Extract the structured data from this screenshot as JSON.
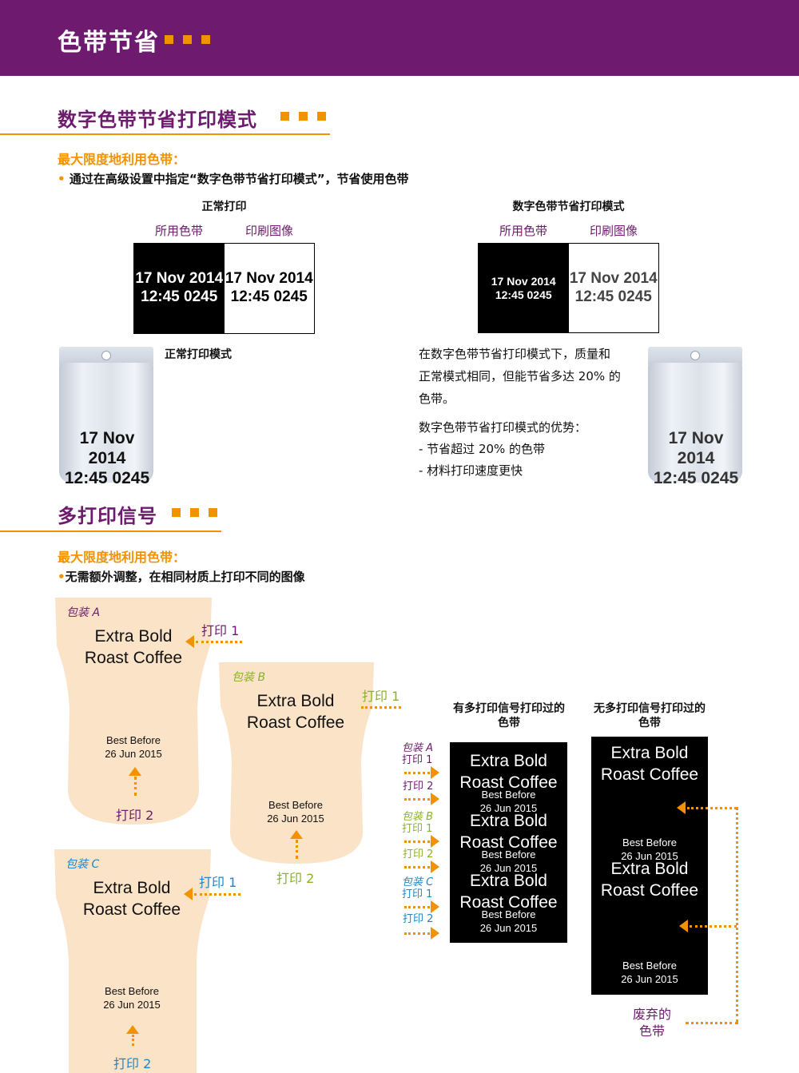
{
  "header": {
    "title": "色带节省"
  },
  "section1": {
    "title": "数字色带节省打印模式",
    "subhead": "最大限度地利用色带：",
    "bullet_mark": "•",
    "bullet": "通过在高级设置中指定“数字色带节省打印模式”，节省使用色带",
    "normal": {
      "caption": "正常打印",
      "label_ribbon": "所用色带",
      "label_image": "印刷图像",
      "line1": "17 Nov 2014",
      "line2": "12:45 0245",
      "mode_label": "正常打印模式"
    },
    "save": {
      "caption": "数字色带节省打印模式",
      "label_ribbon": "所用色带",
      "label_image": "印刷图像",
      "line1": "17 Nov 2014",
      "line2": "12:45 0245"
    },
    "bag_line1": "17 Nov 2014",
    "bag_line2": "12:45 0245",
    "para1_l1": "在数字色带节省打印模式下，质量和",
    "para1_l2": "正常模式相同，但能节省多达 20% 的",
    "para1_l3": "色带。",
    "para2_l1": "数字色带节省打印模式的优势：",
    "para2_l2": "- 节省超过 20% 的色带",
    "para2_l3": "- 材料打印速度更快"
  },
  "section2": {
    "title": "多打印信号",
    "subhead": "最大限度地利用色带：",
    "bullet_mark": "•",
    "bullet": "无需额外调整，在相同材质上打印不同的图像",
    "product_l1": "Extra Bold",
    "product_l2": "Roast Coffee",
    "best1": "Best Before",
    "best2": "26 Jun 2015",
    "print1": "打印 1",
    "print2": "打印 2",
    "bags": [
      {
        "name": "包装 A",
        "color": "#6e1a6e"
      },
      {
        "name": "包装 B",
        "color": "#8ab12a"
      },
      {
        "name": "包装 C",
        "color": "#1f86c6"
      }
    ],
    "ribbon_multi_title_l1": "有多打印信号打印过的",
    "ribbon_multi_title_l2": "色带",
    "ribbon_none_title_l1": "无多打印信号打印过的",
    "ribbon_none_title_l2": "色带",
    "waste_l1": "废弃的",
    "waste_l2": "色带"
  },
  "colors": {
    "purple": "#6e1a6e",
    "orange": "#f39200",
    "green": "#8ab12a",
    "blue": "#1f86c6"
  }
}
